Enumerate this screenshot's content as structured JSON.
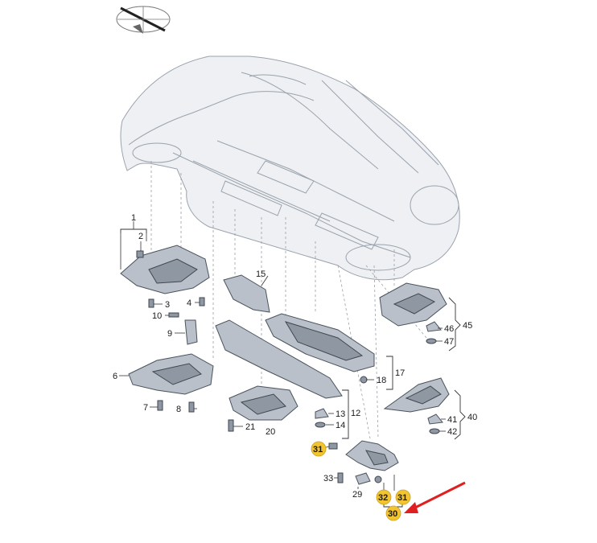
{
  "diagram": {
    "callouts": {
      "c1": "1",
      "c2": "2",
      "c3": "3",
      "c4": "4",
      "c6": "6",
      "c7": "7",
      "c8": "8",
      "c9": "9",
      "c10": "10",
      "c12": "12",
      "c13": "13",
      "c14": "14",
      "c15": "15",
      "c17": "17",
      "c18": "18",
      "c20": "20",
      "c21": "21",
      "c29": "29",
      "c30": "30",
      "c31a": "31",
      "c31b": "31",
      "c32": "32",
      "c33": "33",
      "c40": "40",
      "c41": "41",
      "c42": "42",
      "c45": "45",
      "c46": "46",
      "c47": "47"
    },
    "highlighted_parts": [
      "30",
      "31",
      "32"
    ],
    "colors": {
      "highlight": "#f2c430",
      "arrow": "#e02020",
      "part": "#b9c0c9"
    },
    "icons": {
      "corner_symbol": "compass-rose-icon",
      "pointer": "red-arrow-icon"
    }
  }
}
